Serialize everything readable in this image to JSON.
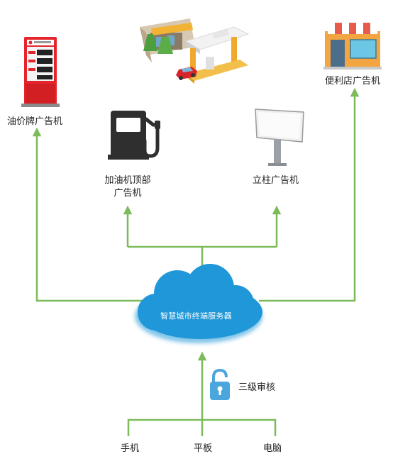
{
  "server": {
    "label": "智慧城市终端服务器"
  },
  "devices": {
    "price_board": {
      "label": "油价牌广告机"
    },
    "pump_top": {
      "line1": "加油机顶部",
      "line2": "广告机"
    },
    "pillar": {
      "label": "立柱广告机"
    },
    "store": {
      "label": "便利店广告机"
    }
  },
  "security": {
    "label": "三级审核"
  },
  "clients": [
    {
      "label": "手机"
    },
    {
      "label": "平板"
    },
    {
      "label": "电脑"
    }
  ],
  "colors": {
    "connector": "#7cbb5a",
    "cloud": "#1f97d8",
    "lock": "#4aa6dd",
    "board_red": "#e4262c",
    "pump_dark": "#2f2f2f"
  }
}
